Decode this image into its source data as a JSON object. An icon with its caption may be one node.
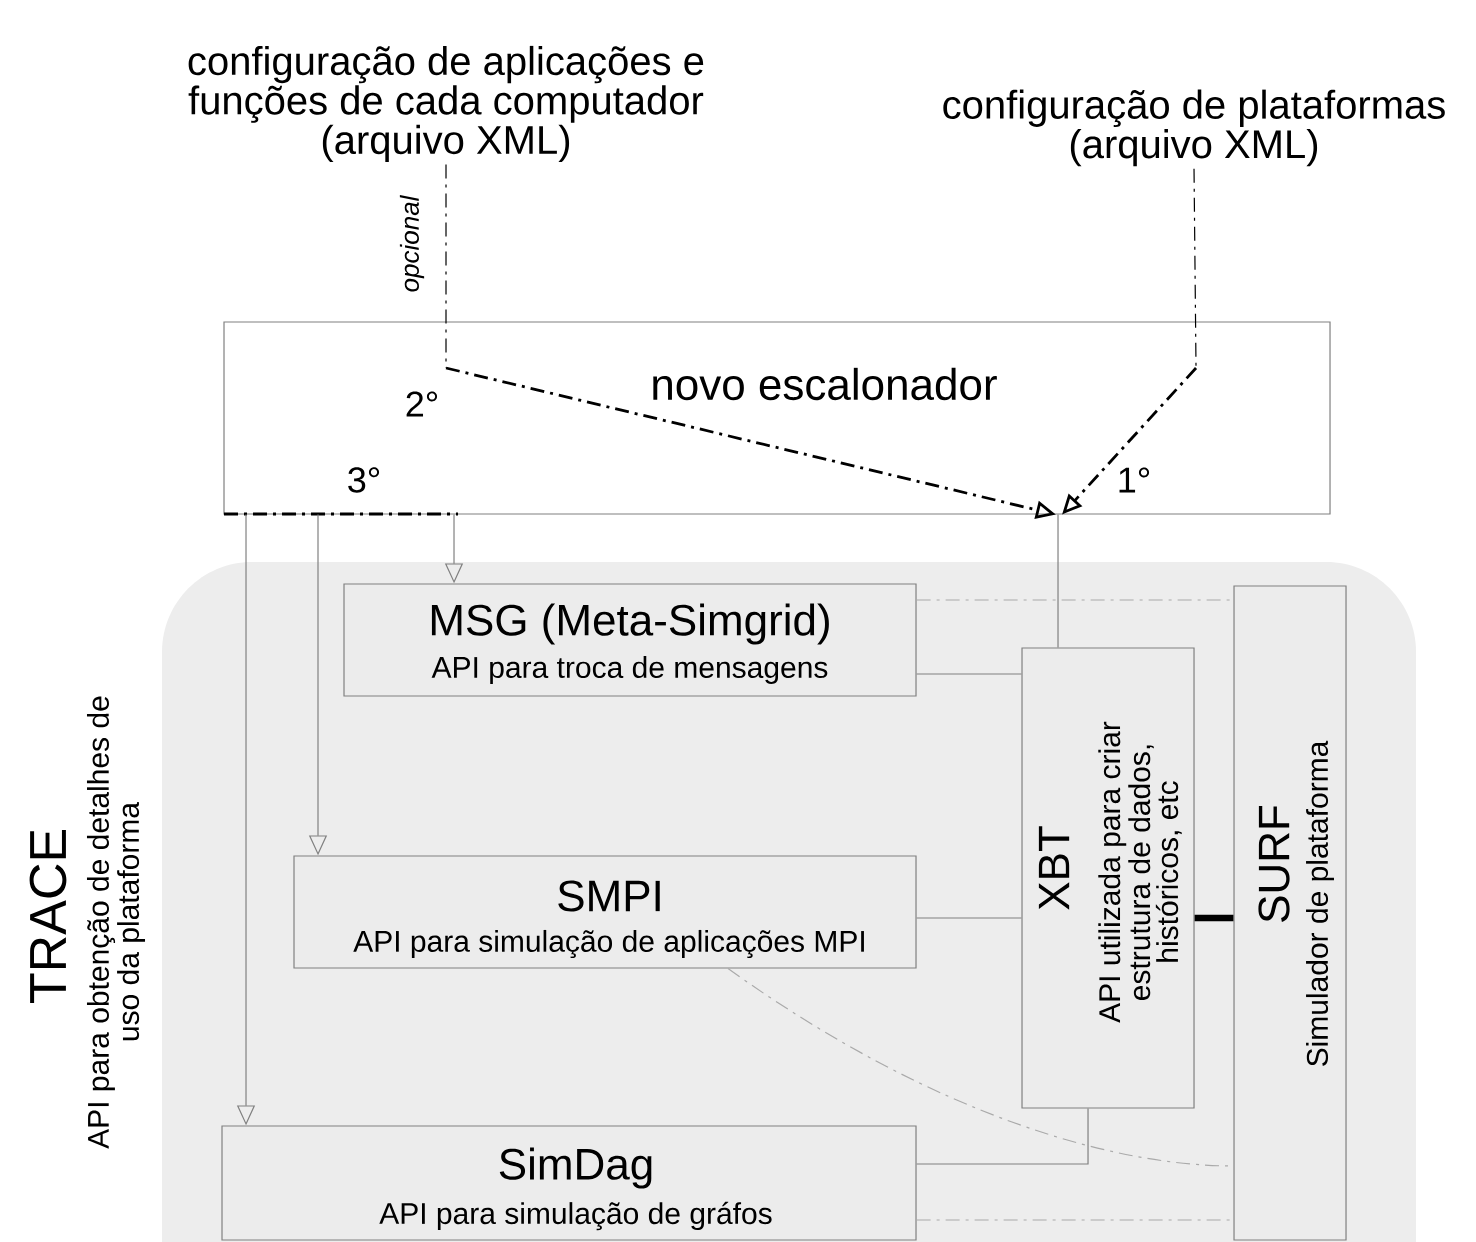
{
  "diagram": {
    "nodes": [
      {
        "text": [
          "configuração de aplicações e funções de cada computador (arquivo XML)"
        ]
      },
      {
        "text": [
          "configuração de plataformas (arquivo XML)"
        ]
      },
      {
        "text": [
          "novo escalonador"
        ]
      },
      {
        "text": [
          "TRACE",
          "API para obtenção de detalhes de uso da plataforma"
        ]
      },
      {
        "text": [
          "MSG (Meta-Simgrid)",
          "API para troca de mensagens"
        ],
        "in": 3
      },
      {
        "text": [
          "SMPI",
          "API para simulação de aplicações MPI"
        ],
        "in": 3
      },
      {
        "text": [
          "SimDag",
          "API para simulação de gráfos"
        ],
        "in": 3
      },
      {
        "text": [
          "XBT",
          "API utilizada para criar estrutura de dados, históricos, etc"
        ],
        "in": 3
      },
      {
        "text": [
          "SURF",
          "Simulador de plataforma"
        ],
        "in": 3
      }
    ],
    "edges": [
      {
        "from": 0,
        "to": 2,
        "arrow": "to",
        "label": "opcional",
        "style": "dashed",
        "color": "#000000"
      },
      {
        "from": 1,
        "to": 2,
        "arrow": "to",
        "style": "dashed",
        "color": "#000000"
      },
      {
        "from": 2,
        "to": 7,
        "arrow": "none"
      },
      {
        "from": 2,
        "to": 4,
        "arrow": "to"
      },
      {
        "from": 2,
        "to": 5,
        "arrow": "to"
      },
      {
        "from": 2,
        "to": 6,
        "arrow": "to"
      },
      {
        "from": 4,
        "to": 7,
        "arrow": "none"
      },
      {
        "from": 5,
        "to": 7,
        "arrow": "none"
      },
      {
        "from": 6,
        "to": 7,
        "arrow": "none"
      },
      {
        "from": 7,
        "to": 8,
        "arrow": "none",
        "style": "thick",
        "color": "#000000"
      },
      {
        "from": 4,
        "to": 8,
        "arrow": "none",
        "style": "dashed",
        "color": "#aaaaaa"
      },
      {
        "from": 5,
        "to": 8,
        "arrow": "none",
        "style": "dashed",
        "color": "#aaaaaa"
      },
      {
        "from": 6,
        "to": 8,
        "arrow": "none",
        "style": "dashed",
        "color": "#aaaaaa"
      }
    ],
    "labels": [
      "2°",
      "1°",
      "3°"
    ]
  }
}
